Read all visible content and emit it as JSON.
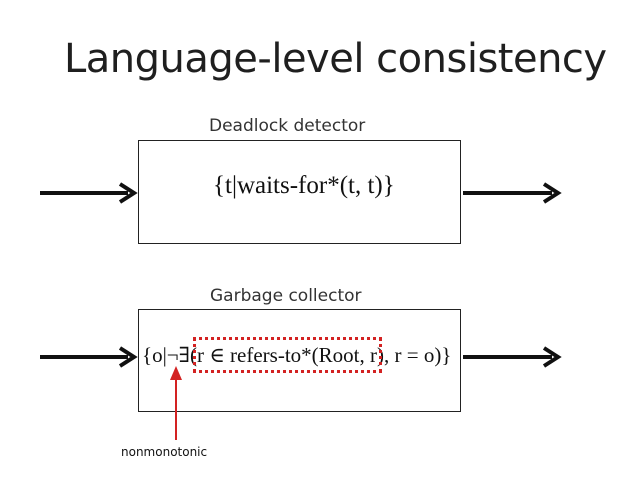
{
  "title": "Language-level consistency",
  "deadlock": {
    "label": "Deadlock detector",
    "formula": "{t|waits-for*(t, t)}"
  },
  "garbage": {
    "label": "Garbage collector",
    "formula_prefix": "{o|¬∃(",
    "formula_highlight": "r ∈ refers-to*(Root, r)",
    "formula_suffix": ", r = o)}"
  },
  "annotation": {
    "text": "nonmonotonic"
  },
  "colors": {
    "highlight": "#d32222",
    "arrow": "#111111"
  }
}
